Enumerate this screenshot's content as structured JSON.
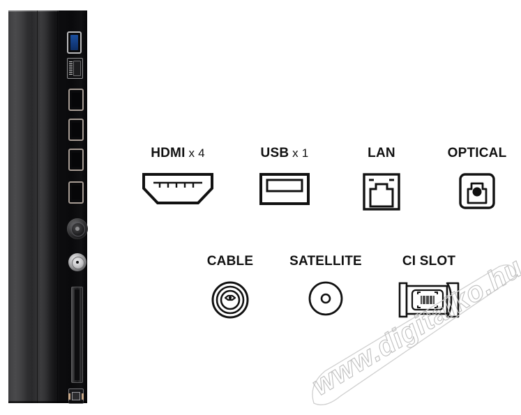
{
  "product_image": {
    "name": "tv-side-panel",
    "description": "TV rear/side connector panel",
    "ports": [
      {
        "name": "usb3-port",
        "type": "USB 3.0",
        "color": "#1b4f9e"
      },
      {
        "name": "lan-port",
        "type": "LAN RJ45"
      },
      {
        "name": "hdmi-port-1",
        "type": "HDMI"
      },
      {
        "name": "hdmi-port-2",
        "type": "HDMI"
      },
      {
        "name": "hdmi-port-3",
        "type": "HDMI"
      },
      {
        "name": "hdmi-port-4",
        "type": "HDMI"
      },
      {
        "name": "coax-cable-port",
        "type": "CABLE RF"
      },
      {
        "name": "coax-satellite-port",
        "type": "SATELLITE LNB"
      },
      {
        "name": "ci-slot-port",
        "type": "CI SLOT"
      },
      {
        "name": "optical-port",
        "type": "OPTICAL"
      }
    ]
  },
  "legend": {
    "row1": [
      {
        "id": "hdmi",
        "label": "HDMI",
        "multiplier": "x 4",
        "icon": "hdmi-icon"
      },
      {
        "id": "usb",
        "label": "USB",
        "multiplier": "x 1",
        "icon": "usb-icon"
      },
      {
        "id": "lan",
        "label": "LAN",
        "multiplier": "",
        "icon": "lan-icon"
      },
      {
        "id": "optical",
        "label": "OPTICAL",
        "multiplier": "",
        "icon": "optical-icon"
      }
    ],
    "row2": [
      {
        "id": "cable",
        "label": "CABLE",
        "multiplier": "",
        "icon": "cable-coax-icon"
      },
      {
        "id": "satellite",
        "label": "SATELLITE",
        "multiplier": "",
        "icon": "satellite-coax-icon"
      },
      {
        "id": "ci",
        "label": "CI SLOT",
        "multiplier": "",
        "icon": "ci-slot-icon"
      }
    ]
  },
  "watermark": {
    "text": "www.digitalko.hu",
    "color": "#bfbfbf"
  },
  "colors": {
    "background": "#ffffff",
    "ink": "#111111",
    "panel_dark": "#0a0a0c",
    "usb3_blue": "#1b4f9e",
    "watermark": "#bfbfbf"
  }
}
